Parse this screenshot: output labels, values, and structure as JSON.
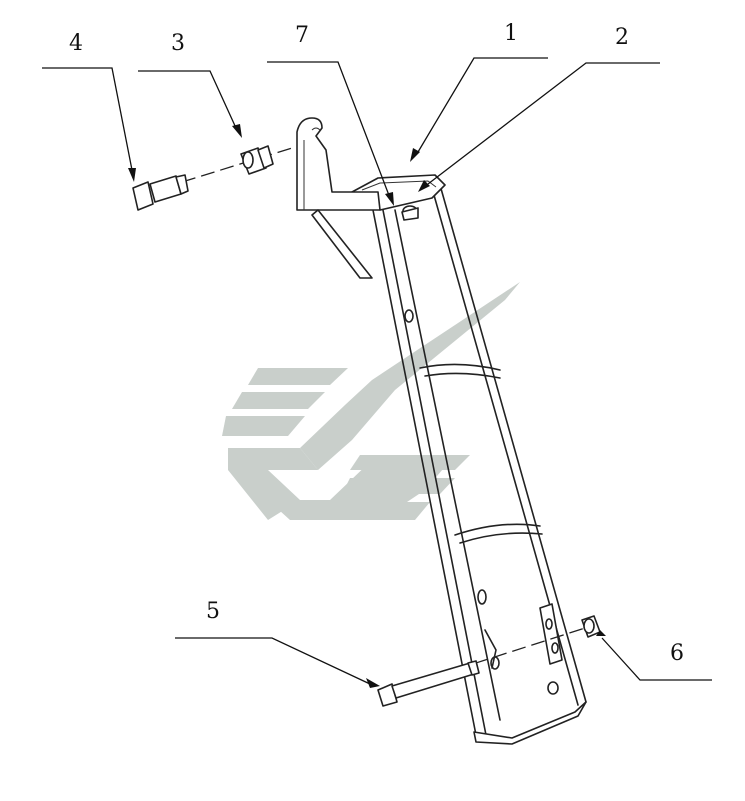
{
  "diagram": {
    "callouts": [
      {
        "id": "c1",
        "label": "1"
      },
      {
        "id": "c2",
        "label": "2"
      },
      {
        "id": "c3",
        "label": "3"
      },
      {
        "id": "c4",
        "label": "4"
      },
      {
        "id": "c5",
        "label": "5"
      },
      {
        "id": "c6",
        "label": "6"
      },
      {
        "id": "c7",
        "label": "7"
      }
    ],
    "watermark_color": "#c9cfcb",
    "line_color": "#222222"
  }
}
